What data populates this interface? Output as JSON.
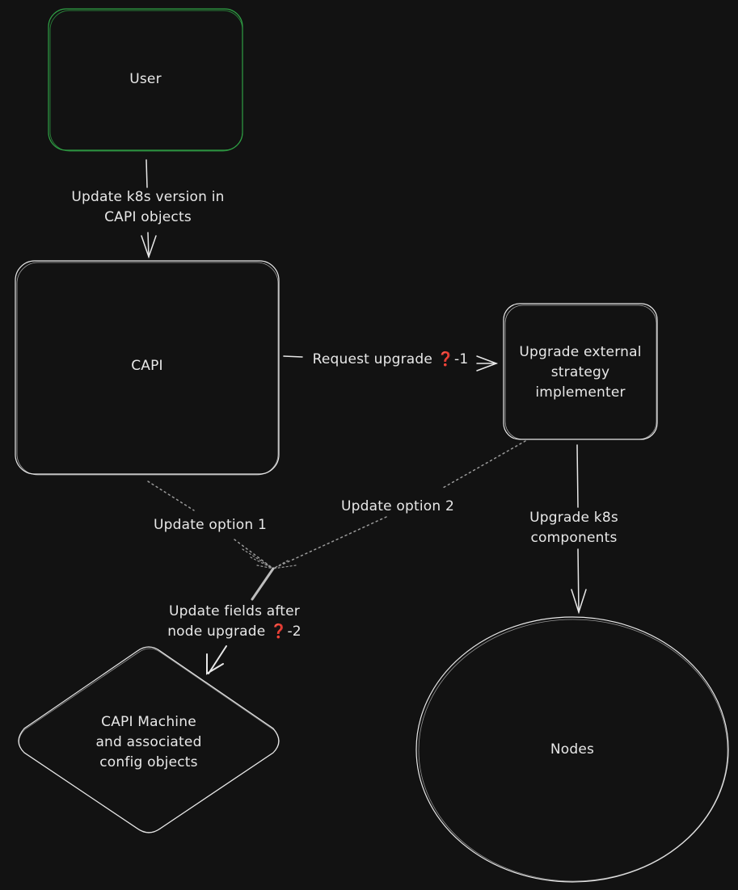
{
  "nodes": {
    "user": {
      "label": "User",
      "stroke": "#2f9e44"
    },
    "capi": {
      "label": "CAPI"
    },
    "external": {
      "label_line1": "Upgrade external",
      "label_line2": "strategy",
      "label_line3": "implementer"
    },
    "machine": {
      "label_line1": "CAPI Machine",
      "label_line2": "and associated",
      "label_line3": "config objects"
    },
    "nodes": {
      "label": "Nodes"
    }
  },
  "edges": {
    "user_to_capi": {
      "label_line1": "Update k8s version in",
      "label_line2": "CAPI objects"
    },
    "capi_to_external": {
      "label": "Request upgrade",
      "question_mark": "❓",
      "suffix": "-1"
    },
    "option1": {
      "label": "Update option 1"
    },
    "option2": {
      "label": "Update option 2"
    },
    "external_to_nodes": {
      "label_line1": "Upgrade k8s",
      "label_line2": "components"
    },
    "merge_to_machine": {
      "label_line1": "Update fields after",
      "label_line2": "node upgrade",
      "question_mark": "❓",
      "suffix": "-2"
    }
  },
  "colors": {
    "background": "#121212",
    "stroke": "#e8e8e8",
    "user_stroke": "#2f9e44",
    "dotted": "#9a9a9a",
    "question_mark": "#e0656b"
  }
}
